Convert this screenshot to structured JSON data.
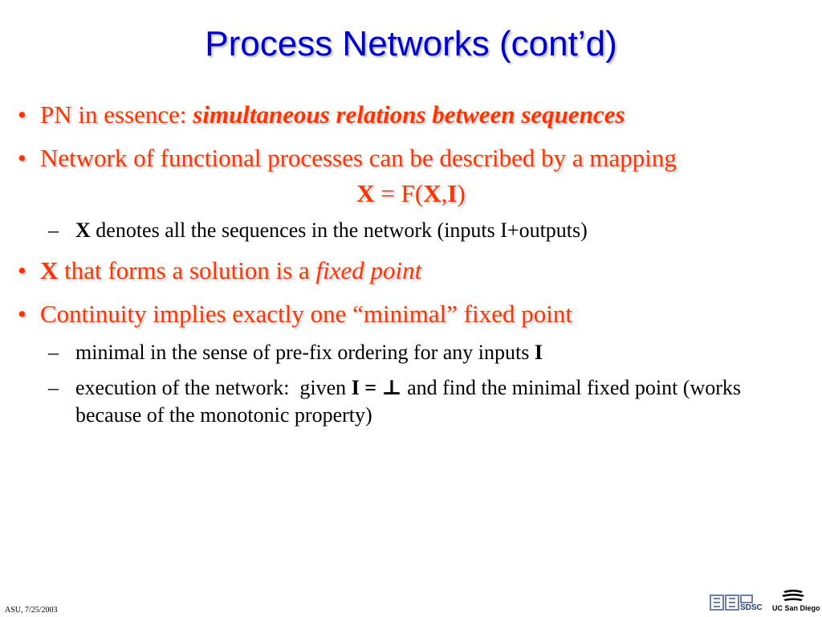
{
  "title": "Process Networks (cont’d)",
  "bullet_mark": "•",
  "sub_mark": "–",
  "bullets": [
    {
      "lead": "PN in essence: ",
      "emph": "simultaneous relations between sequences"
    },
    {
      "text": "Network of functional processes can be described by a mapping"
    },
    {
      "x_bold": "X",
      "middle": " that forms a solution is a ",
      "emph": "fixed point"
    },
    {
      "text": "Continuity implies exactly one “minimal” fixed point"
    }
  ],
  "formula": {
    "lhs": "X",
    "eq": " = F(",
    "arg1": "X",
    "comma": ",",
    "arg2": "I",
    "close": ")"
  },
  "subs": [
    {
      "bold": "X",
      "text": " denotes all the sequences in the network (inputs I+outputs)"
    },
    {
      "text": "minimal in the sense of pre-fix ordering for any inputs ",
      "bold": "I"
    },
    {
      "text1": "execution of the network:  given ",
      "bold": "I = ⊥",
      "text2": " and find the minimal fixed point (works because of the monotonic property)"
    }
  ],
  "footer": "ASU, 7/25/2003",
  "logos": {
    "sdsc": "SDSC",
    "ucsd": "UC San Diego"
  },
  "colors": {
    "title": "#0000cc",
    "bullet": "#ff3300",
    "body": "#000000"
  }
}
